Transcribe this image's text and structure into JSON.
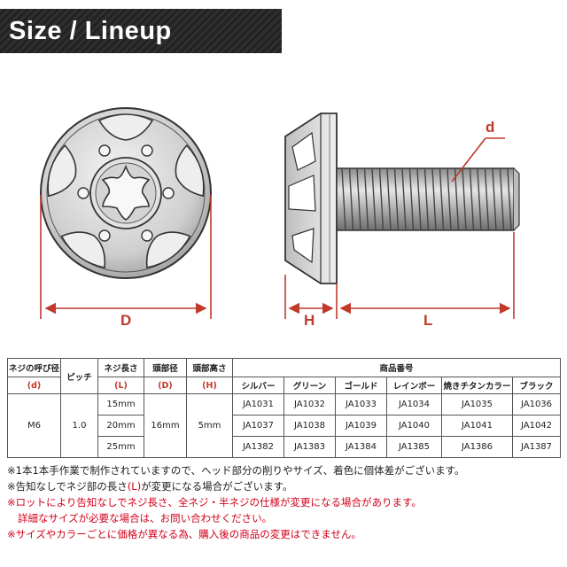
{
  "header": {
    "title": "Size / Lineup"
  },
  "drawing": {
    "labels": {
      "d": "d",
      "D": "D",
      "H": "H",
      "L": "L"
    },
    "colors": {
      "dimension": "#c0392b",
      "metal": "#555555"
    }
  },
  "table": {
    "headers": {
      "thread_name": "ネジの呼び径",
      "thread_symbol": "(d)",
      "pitch": "ピッチ",
      "length_name": "ネジ長さ",
      "length_symbol": "(L)",
      "head_dia_name": "頭部径",
      "head_dia_symbol": "(D)",
      "head_height_name": "頭部高さ",
      "head_height_symbol": "(H)",
      "product_code": "商品番号"
    },
    "colors": [
      "シルバー",
      "グリーン",
      "ゴールド",
      "レインボー",
      "焼きチタンカラー",
      "ブラック"
    ],
    "thread": "M6",
    "pitch": "1.0",
    "head_dia": "16mm",
    "head_height": "5mm",
    "rows": [
      {
        "length": "15mm",
        "codes": [
          "JA1031",
          "JA1032",
          "JA1033",
          "JA1034",
          "JA1035",
          "JA1036"
        ]
      },
      {
        "length": "20mm",
        "codes": [
          "JA1037",
          "JA1038",
          "JA1039",
          "JA1040",
          "JA1041",
          "JA1042"
        ]
      },
      {
        "length": "25mm",
        "codes": [
          "JA1382",
          "JA1383",
          "JA1384",
          "JA1385",
          "JA1386",
          "JA1387"
        ]
      }
    ]
  },
  "notes": {
    "n1": "※1本1本手作業で制作されていますので、ヘッド部分の削りやサイズ、着色に個体差がございます。",
    "n2_pre": "※告知なしでネジ部の長さ",
    "n2_hl": "(L)",
    "n2_post": "が変更になる場合がございます。",
    "n3a": "※ロットにより告知なしでネジ長さ、全ネジ・半ネジの仕様が変更になる場合があります。",
    "n3b": "詳細なサイズが必要な場合は、お問い合わせください。",
    "n4": "※サイズやカラーごとに価格が異なる為、購入後の商品の変更はできません。"
  }
}
